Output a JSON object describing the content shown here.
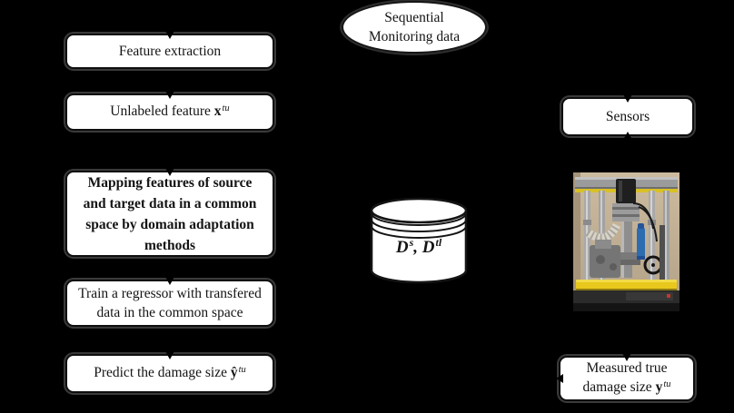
{
  "figure": {
    "background": "#000000",
    "box_fill": "#ffffff",
    "box_border": "#000000",
    "box_outer_ring": "#3a3a3a"
  },
  "ellipse": {
    "line1": "Sequential",
    "line2": "Monitoring data"
  },
  "left_column": {
    "feature_extraction": {
      "label": "Feature extraction"
    },
    "unlabeled_feature": {
      "prefix": "Unlabeled feature ",
      "vector": "x",
      "superscript": "tu"
    },
    "mapping": {
      "line1": "Mapping features of source",
      "line2": "and target data in a common",
      "line3": "space by domain adaptation",
      "line4": "methods"
    },
    "train": {
      "line1": "Train a regressor with transfered",
      "line2": "data in the common space"
    },
    "predict": {
      "prefix": "Predict the damage size ",
      "vector": "ŷ",
      "superscript": "tu"
    }
  },
  "database": {
    "d1": "D",
    "sup1": "s",
    "separator": ", ",
    "d2": "D",
    "sup2": "tl"
  },
  "right_column": {
    "sensors": {
      "label": "Sensors"
    },
    "measured": {
      "line1": "Measured true",
      "line2_prefix": "damage size ",
      "vector": "y",
      "superscript": "tu"
    }
  },
  "photo": {
    "alt": "laboratory test rig photo",
    "colors": {
      "wall_tan": "#c4b296",
      "steel_gray": "#9b9b9b",
      "beam_yellow": "#e3c51e",
      "cylinder_blue": "#2e6cb0",
      "base_dark": "#2b2b2b"
    }
  }
}
